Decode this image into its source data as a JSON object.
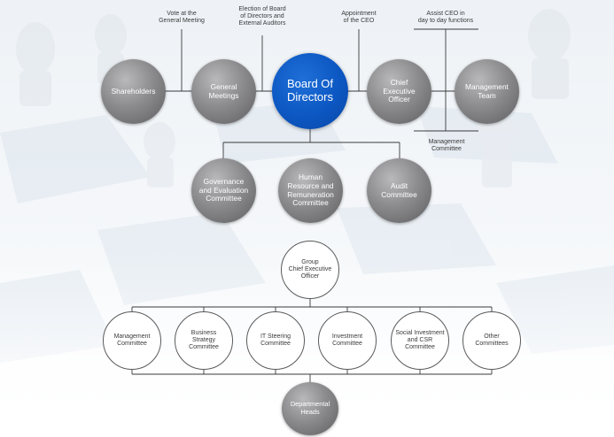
{
  "board": {
    "shareholders": "Shareholders",
    "general_meetings": "General\nMeetings",
    "board_of_directors": "Board Of\nDirectors",
    "ceo": "Chief\nExecutive\nOfficer",
    "management_team": "Management\nTeam",
    "governance_committee": "Governance\nand Evaluation\nCommittee",
    "hr_committee": "Human\nResource and\nRemuneration\nCommittee",
    "audit_committee": "Audit\nCommittee"
  },
  "notes": {
    "vote": "Vote at the\nGeneral Meeting",
    "election": "Election of Board\nof Directors and\nExternal Auditors",
    "appointment": "Appointment\nof the CEO",
    "assist": "Assist CEO in\nday to day functions",
    "management_committee": "Management\nCommittee"
  },
  "group": {
    "group_ceo": "Group\nChief Executive\nOfficer",
    "committees": [
      "Management\nCommittee",
      "Business\nStrategy\nCommittee",
      "IT Steering\nCommittee",
      "Investment\nCommittee",
      "Social Investment\nand CSR\nCommittee",
      "Other\nCommittees"
    ],
    "departmental_heads": "Departmental\nHeads"
  },
  "colors": {
    "blue_node": "#0c57c2",
    "grey_node": "#8c8c8e",
    "line": "#3a3a3a"
  }
}
